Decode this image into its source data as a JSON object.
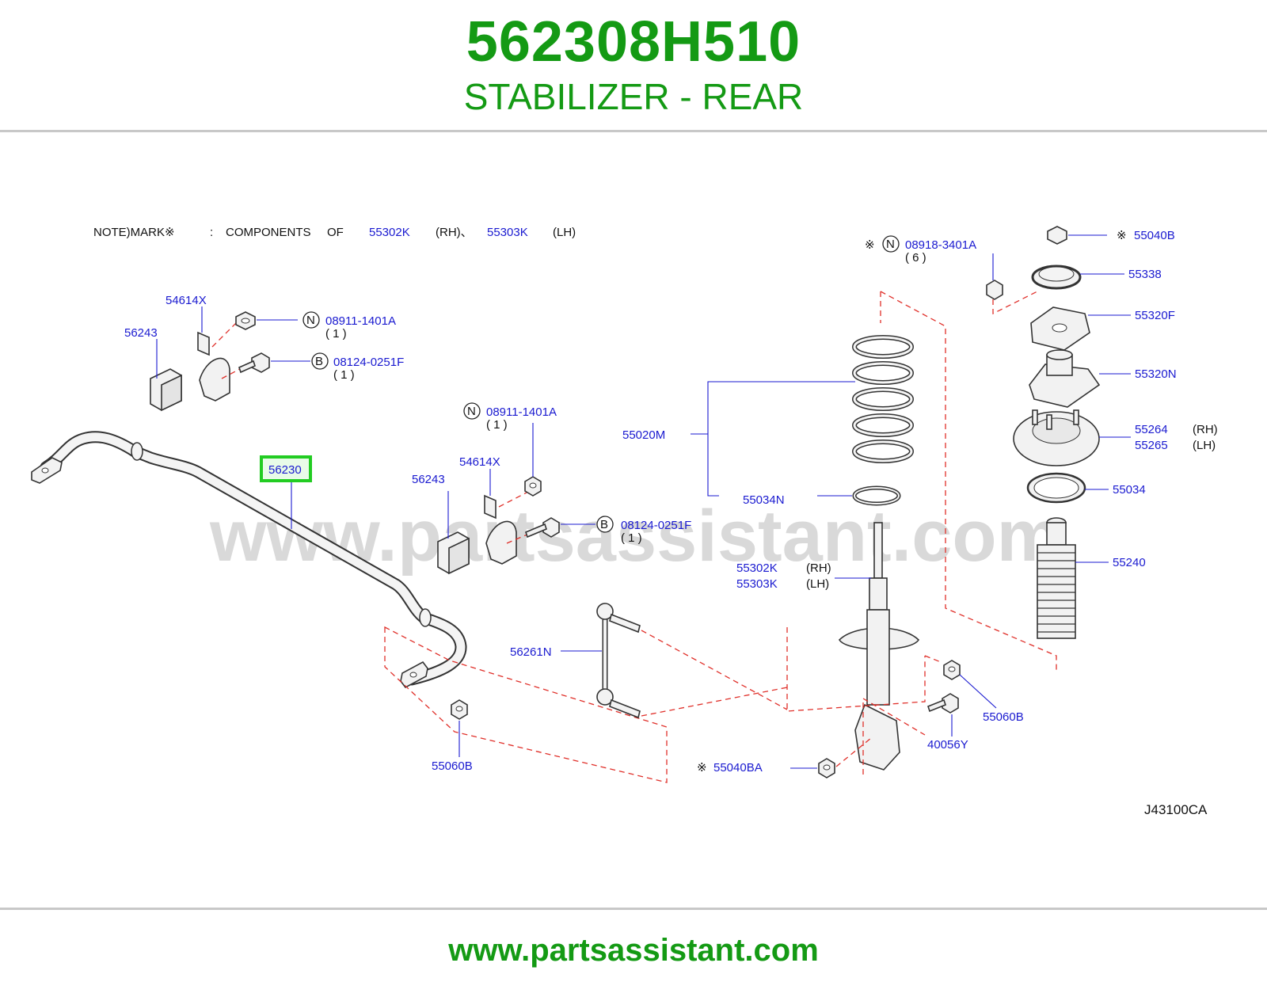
{
  "header": {
    "part_number": "562308H510",
    "title": "STABILIZER - REAR"
  },
  "footer": {
    "url": "www.partsassistant.com"
  },
  "watermark": "www.partsassistant.com",
  "note": {
    "text": "NOTE)MARK※",
    "colon": ":",
    "components": "COMPONENTS",
    "of": "OF",
    "part_rh": "55302K",
    "rh": "(RH)、",
    "part_lh": "55303K",
    "lh": "(LH)"
  },
  "diagram_code": "J43100CA",
  "highlighted_part": "56230",
  "labels": {
    "p54614x_a": "54614X",
    "p56243_a": "56243",
    "p08911_a": "08911-1401A",
    "p08911_a_qty": "( 1 )",
    "p08124_a": "08124-0251F",
    "p08124_a_qty": "( 1 )",
    "p08911_b": "08911-1401A",
    "p08911_b_qty": "( 1 )",
    "p54614x_b": "54614X",
    "p56243_b": "56243",
    "p08124_b": "08124-0251F",
    "p08124_b_qty": "( 1 )",
    "p56230": "56230",
    "p56261n": "56261N",
    "p55060b_a": "55060B",
    "p55020m": "55020M",
    "p55034n": "55034N",
    "p55302k": "55302K",
    "p55302k_side": "(RH)",
    "p55303k": "55303K",
    "p55303k_side": "(LH)",
    "p08918_star": "※",
    "p08918": "08918-3401A",
    "p08918_qty": "( 6 )",
    "p55040b_star": "※",
    "p55040b": "55040B",
    "p55338": "55338",
    "p55320f": "55320F",
    "p55320n": "55320N",
    "p55264": "55264",
    "p55264_side": "(RH)",
    "p55265": "55265",
    "p55265_side": "(LH)",
    "p55034": "55034",
    "p55240": "55240",
    "p55060b_b": "55060B",
    "p40056y": "40056Y",
    "p55040ba_star": "※",
    "p55040ba": "55040BA"
  },
  "badges": {
    "n": "N",
    "b": "B"
  },
  "colors": {
    "title": "#149a14",
    "part_label": "#1a1ad0",
    "highlight": "#22cc22",
    "dash": "#e0302a"
  }
}
